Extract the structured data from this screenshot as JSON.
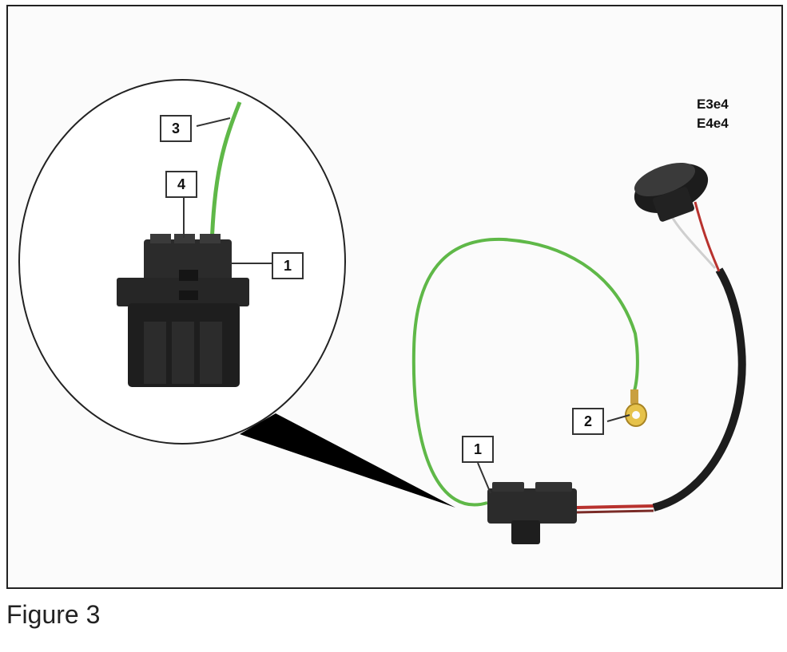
{
  "figure": {
    "caption": "Figure 3",
    "component_codes": [
      "E3e4",
      "E4e4"
    ],
    "callouts": {
      "zoom_wire": "3",
      "zoom_pin": "4",
      "zoom_connector": "1",
      "ring_terminal": "2",
      "harness_connector": "1"
    },
    "colors": {
      "ground_wire": "#5fb848",
      "red_wire": "#b8322e",
      "black_sleeve": "#1d1d1d",
      "connector_body": "#2b2b2b"
    }
  }
}
